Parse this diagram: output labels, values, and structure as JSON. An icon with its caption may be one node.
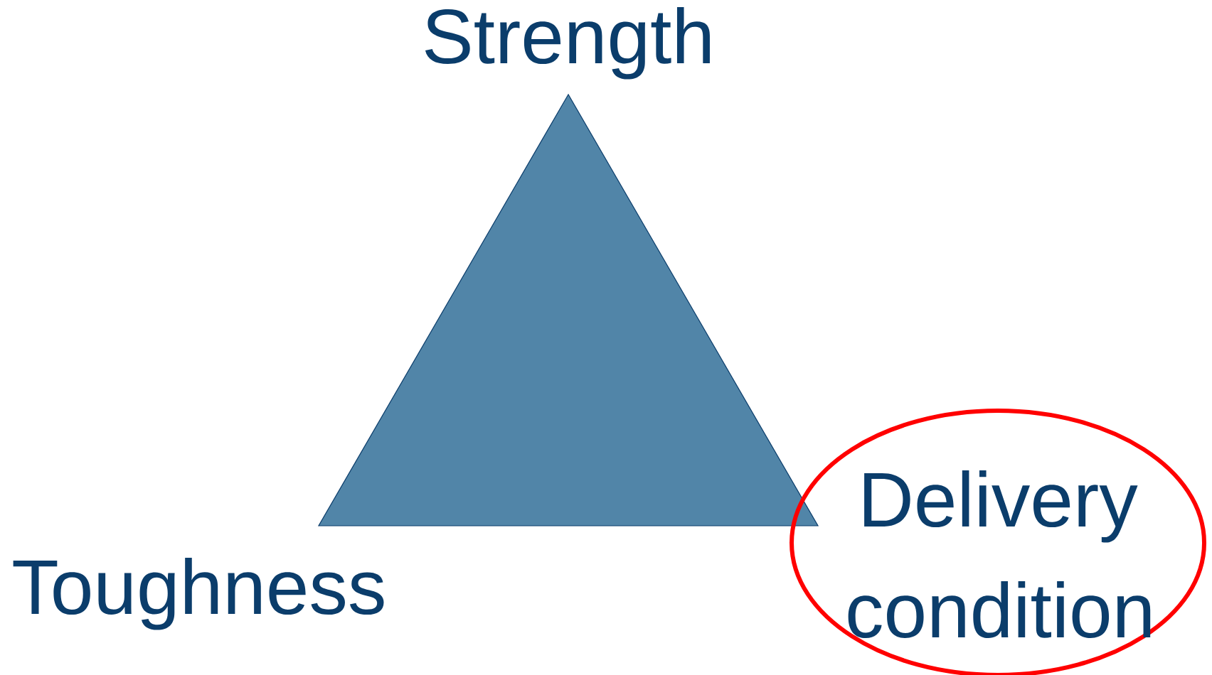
{
  "diagram": {
    "nodes": [
      {
        "text": [
          "Delivery condition"
        ]
      }
    ],
    "labels": [
      "Strength",
      "Toughness"
    ]
  }
}
